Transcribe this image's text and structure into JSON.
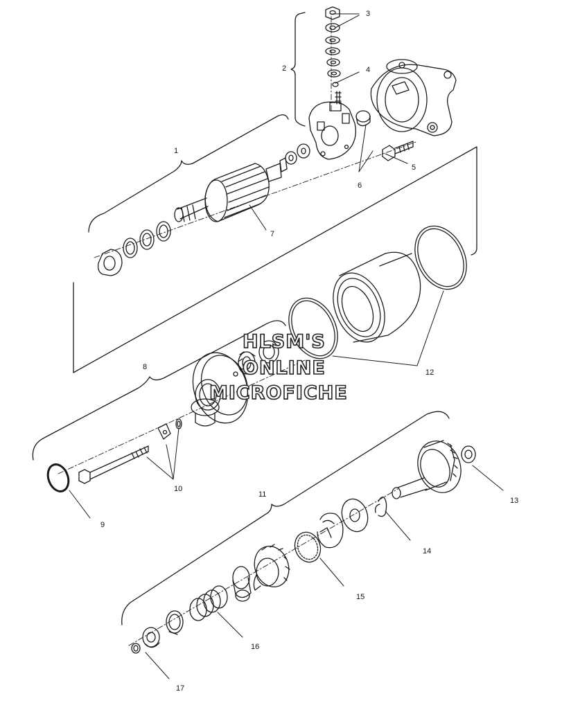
{
  "callouts": {
    "c1": "1",
    "c2": "2",
    "c3": "3",
    "c4": "4",
    "c5": "5",
    "c6": "6",
    "c7": "7",
    "c8": "8",
    "c9": "9",
    "c10": "10",
    "c11": "11",
    "c12": "12",
    "c13": "13",
    "c14": "14",
    "c15": "15",
    "c16": "16",
    "c17": "17"
  },
  "watermark": {
    "line1": "HLSM'S",
    "line2": "ONLINE",
    "line3": "MICROFICHE"
  }
}
